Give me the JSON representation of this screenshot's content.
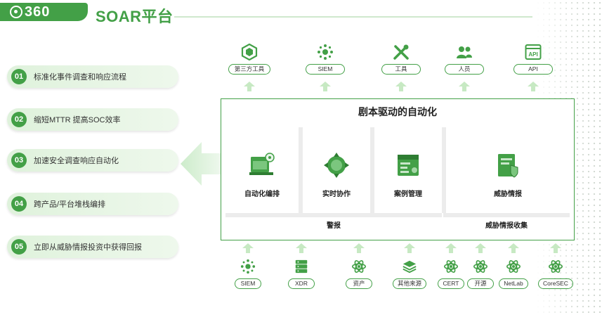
{
  "header": {
    "logo": "360",
    "title": "SOAR平台"
  },
  "benefits": [
    {
      "num": "01",
      "text": "标准化事件调查和响应流程"
    },
    {
      "num": "02",
      "text": "缩短MTTR 提高SOC效率"
    },
    {
      "num": "03",
      "text": "加速安全调查响应自动化"
    },
    {
      "num": "04",
      "text": "跨产品/平台堆栈编排"
    },
    {
      "num": "05",
      "text": "立即从威胁情报投资中获得回报"
    }
  ],
  "top_tools": [
    {
      "label": "第三方工具",
      "icon": "cube-icon"
    },
    {
      "label": "SIEM",
      "icon": "network-icon"
    },
    {
      "label": "工具",
      "icon": "tools-icon"
    },
    {
      "label": "人员",
      "icon": "people-icon"
    },
    {
      "label": "API",
      "icon": "api-icon"
    }
  ],
  "panel": {
    "title": "剧本驱动的自动化",
    "modules": [
      {
        "label": "自动化编排",
        "icon": "automation-icon"
      },
      {
        "label": "实时协作",
        "icon": "collaboration-icon"
      },
      {
        "label": "案例管理",
        "icon": "case-icon"
      },
      {
        "label": "威胁情报",
        "icon": "threat-intel-icon"
      }
    ],
    "alerts": "警报",
    "intel_collect": "威胁情报收集"
  },
  "bottom_sources": [
    {
      "label": "SIEM",
      "icon": "network-icon"
    },
    {
      "label": "XDR",
      "icon": "server-icon"
    },
    {
      "label": "资产",
      "icon": "atom-icon"
    },
    {
      "label": "其他来源",
      "icon": "layers-icon"
    },
    {
      "label": "CERT",
      "icon": "atom-icon"
    },
    {
      "label": "开源",
      "icon": "atom-icon"
    },
    {
      "label": "NetLab",
      "icon": "atom-icon"
    },
    {
      "label": "CoreSEC",
      "icon": "atom-icon"
    }
  ],
  "colors": {
    "brand": "#43a047",
    "light": "#dff2dc",
    "arrow": "#bfe5bb"
  }
}
